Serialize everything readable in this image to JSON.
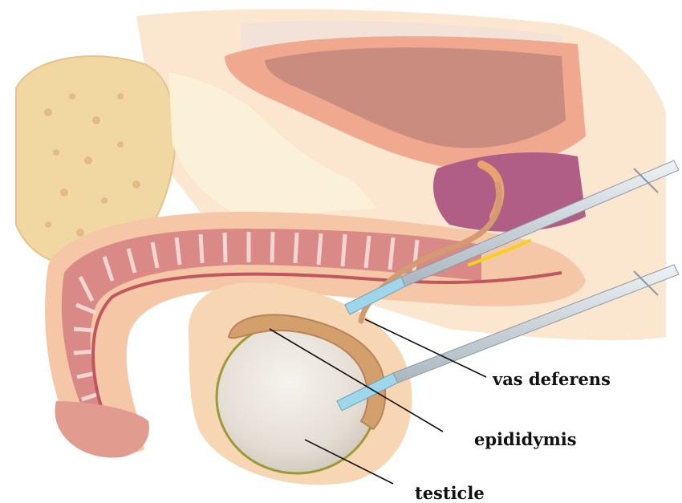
{
  "labels": {
    "vas_deferens": "vas deferens",
    "epididymis": "epididymis",
    "testicle": "testicle"
  },
  "colors": {
    "background": "#ffffff",
    "bone": "#f1d7a1",
    "skin": "#f6c7a6",
    "muscle": "#d98a86",
    "urethra_pink": "#e9a3a6",
    "bladder": "#c88d7e",
    "prostate": "#b05e86",
    "testicle": "#e8e3dc",
    "epididymis": "#d3a06a",
    "needle": "#cfd8df",
    "needle_tip": "#9fd6ea",
    "label_text": "#111111"
  }
}
